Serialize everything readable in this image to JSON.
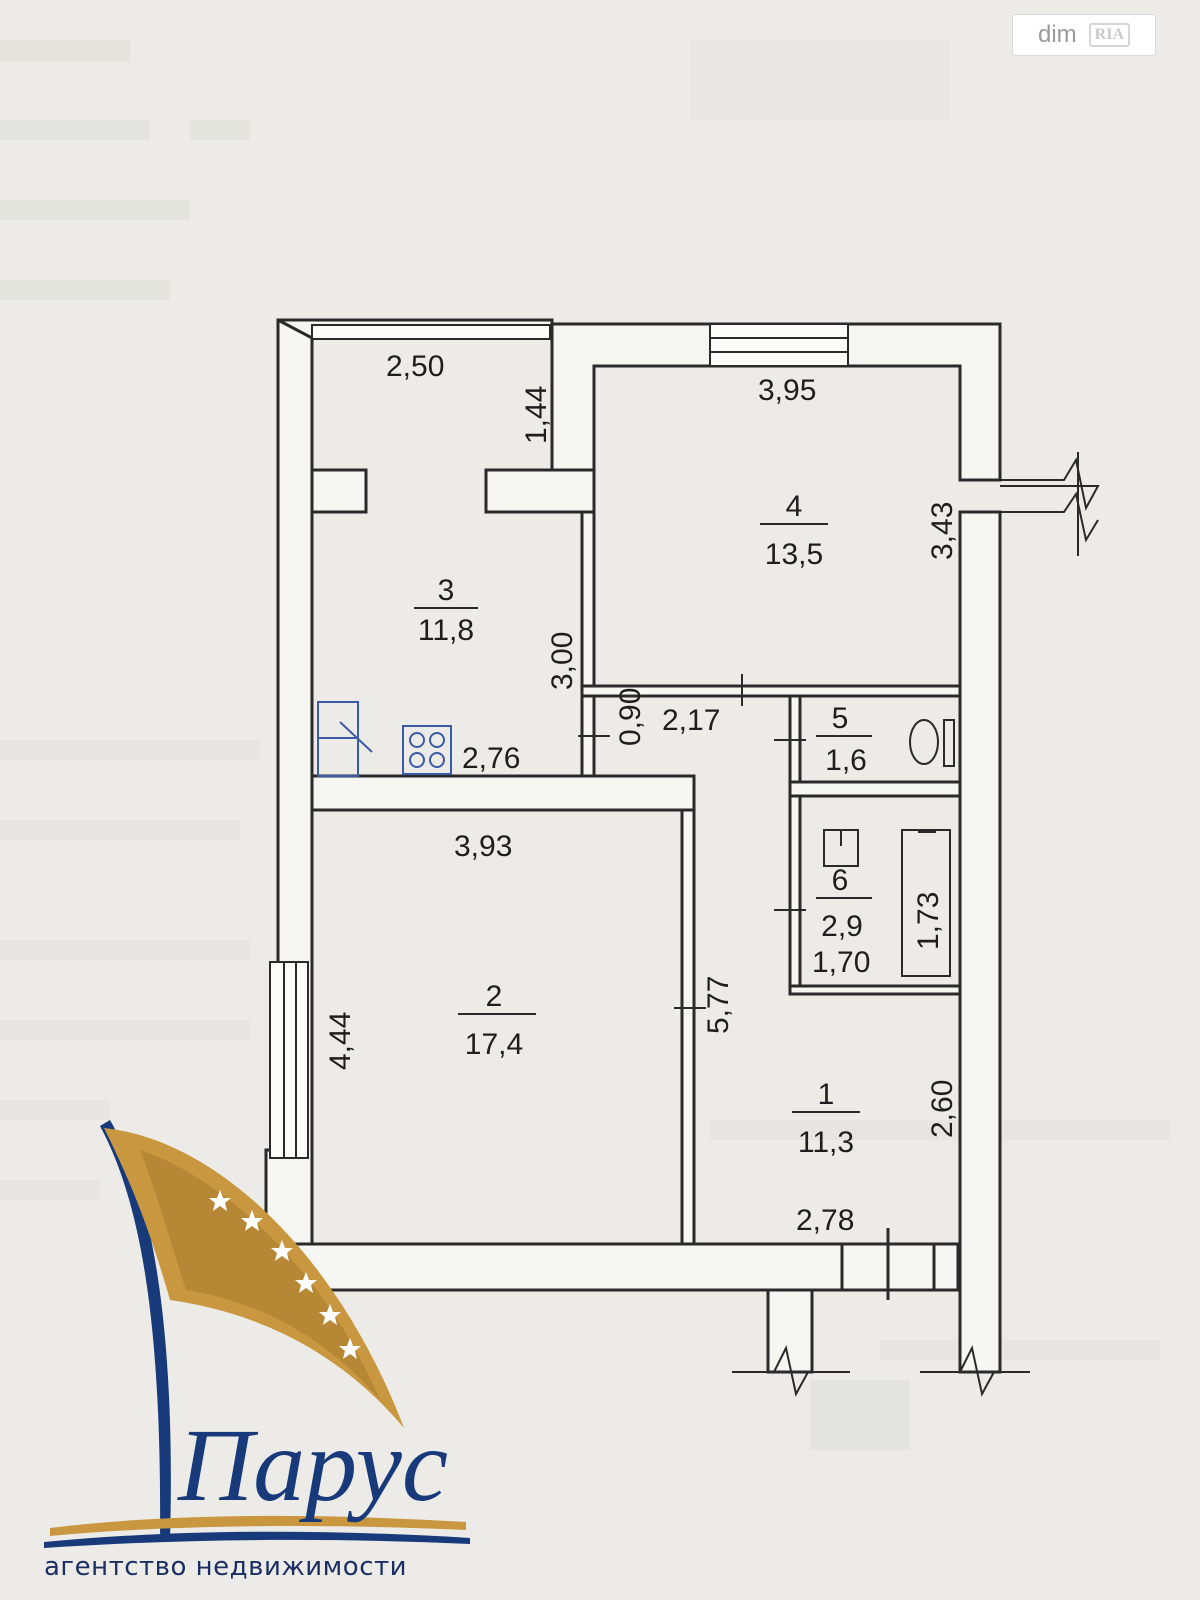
{
  "watermark": {
    "site": "dim",
    "tag": "RIA"
  },
  "dimensions": {
    "kitchen_top": "2,50",
    "kitchen_nook": "1,44",
    "kitchen_side": "3,00",
    "kitchen_bottom": "2,76",
    "bedroom_top": "3,95",
    "bedroom_side": "3,43",
    "hall_width": "2,17",
    "hall_step": "0,90",
    "living_top": "3,93",
    "living_side": "4,44",
    "living_right": "5,77",
    "bath_tub": "1,73",
    "bath_bottom": "1,70",
    "corridor_side": "2,60",
    "corridor_bottom": "2,78"
  },
  "rooms": [
    {
      "number": "1",
      "area": "11,3"
    },
    {
      "number": "2",
      "area": "17,4"
    },
    {
      "number": "3",
      "area": "11,8"
    },
    {
      "number": "4",
      "area": "13,5"
    },
    {
      "number": "5",
      "area": "1,6"
    },
    {
      "number": "6",
      "area": "2,9"
    }
  ],
  "logo": {
    "name": "Парус",
    "tagline": "агентство недвижимости",
    "colors": {
      "navy": "#183a7a",
      "gold": "#c8973f"
    }
  }
}
